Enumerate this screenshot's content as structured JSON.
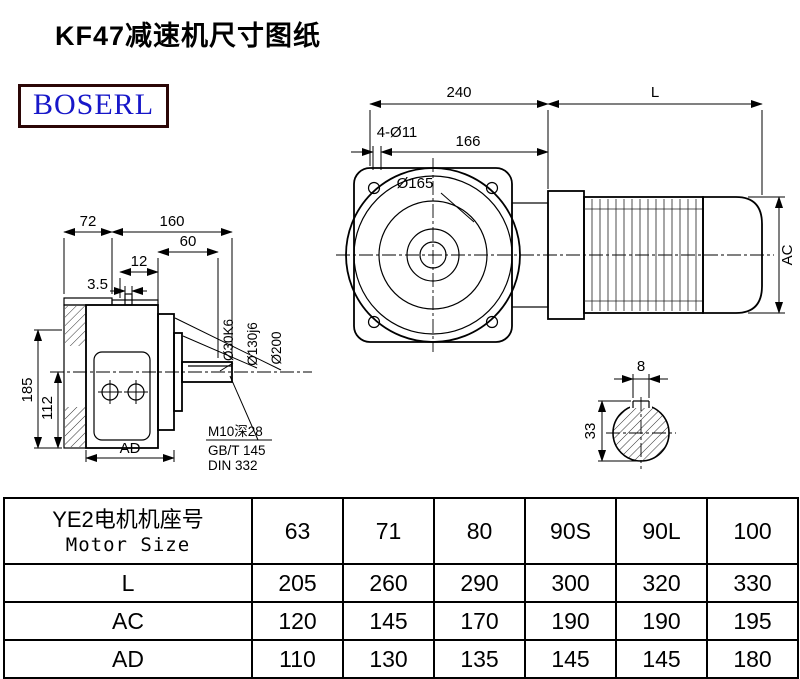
{
  "page": {
    "title": "KF47减速机尺寸图纸",
    "logo": "BOSERL"
  },
  "drawing": {
    "side_view": {
      "dim_72": "72",
      "dim_160": "160",
      "dim_60": "60",
      "dim_12": "12",
      "dim_3_5": "3.5",
      "dim_185": "185",
      "dim_112": "112",
      "dim_ad": "AD",
      "shaft_dia": "Ø30K6",
      "spigot_dia": "Ø130j6",
      "flange_dia": "Ø200",
      "tap_label": "M10深28",
      "std_gb": "GB/T 145",
      "std_din": "DIN 332"
    },
    "front_view": {
      "dim_240": "240",
      "dim_l": "L",
      "holes_label": "4-Ø11",
      "dim_166": "166",
      "flange_circle": "Ø165",
      "dim_ac": "AC"
    },
    "shaft_section": {
      "key_width": "8",
      "dim_33": "33"
    }
  },
  "table": {
    "header": {
      "line1": "YE2电机机座号",
      "line2": "Motor Size"
    },
    "columns": [
      "63",
      "71",
      "80",
      "90S",
      "90L",
      "100"
    ],
    "rows": [
      {
        "label": "L",
        "values": [
          "205",
          "260",
          "290",
          "300",
          "320",
          "330"
        ]
      },
      {
        "label": "AC",
        "values": [
          "120",
          "145",
          "170",
          "190",
          "190",
          "195"
        ]
      },
      {
        "label": "AD",
        "values": [
          "110",
          "130",
          "135",
          "145",
          "145",
          "180"
        ]
      }
    ]
  }
}
